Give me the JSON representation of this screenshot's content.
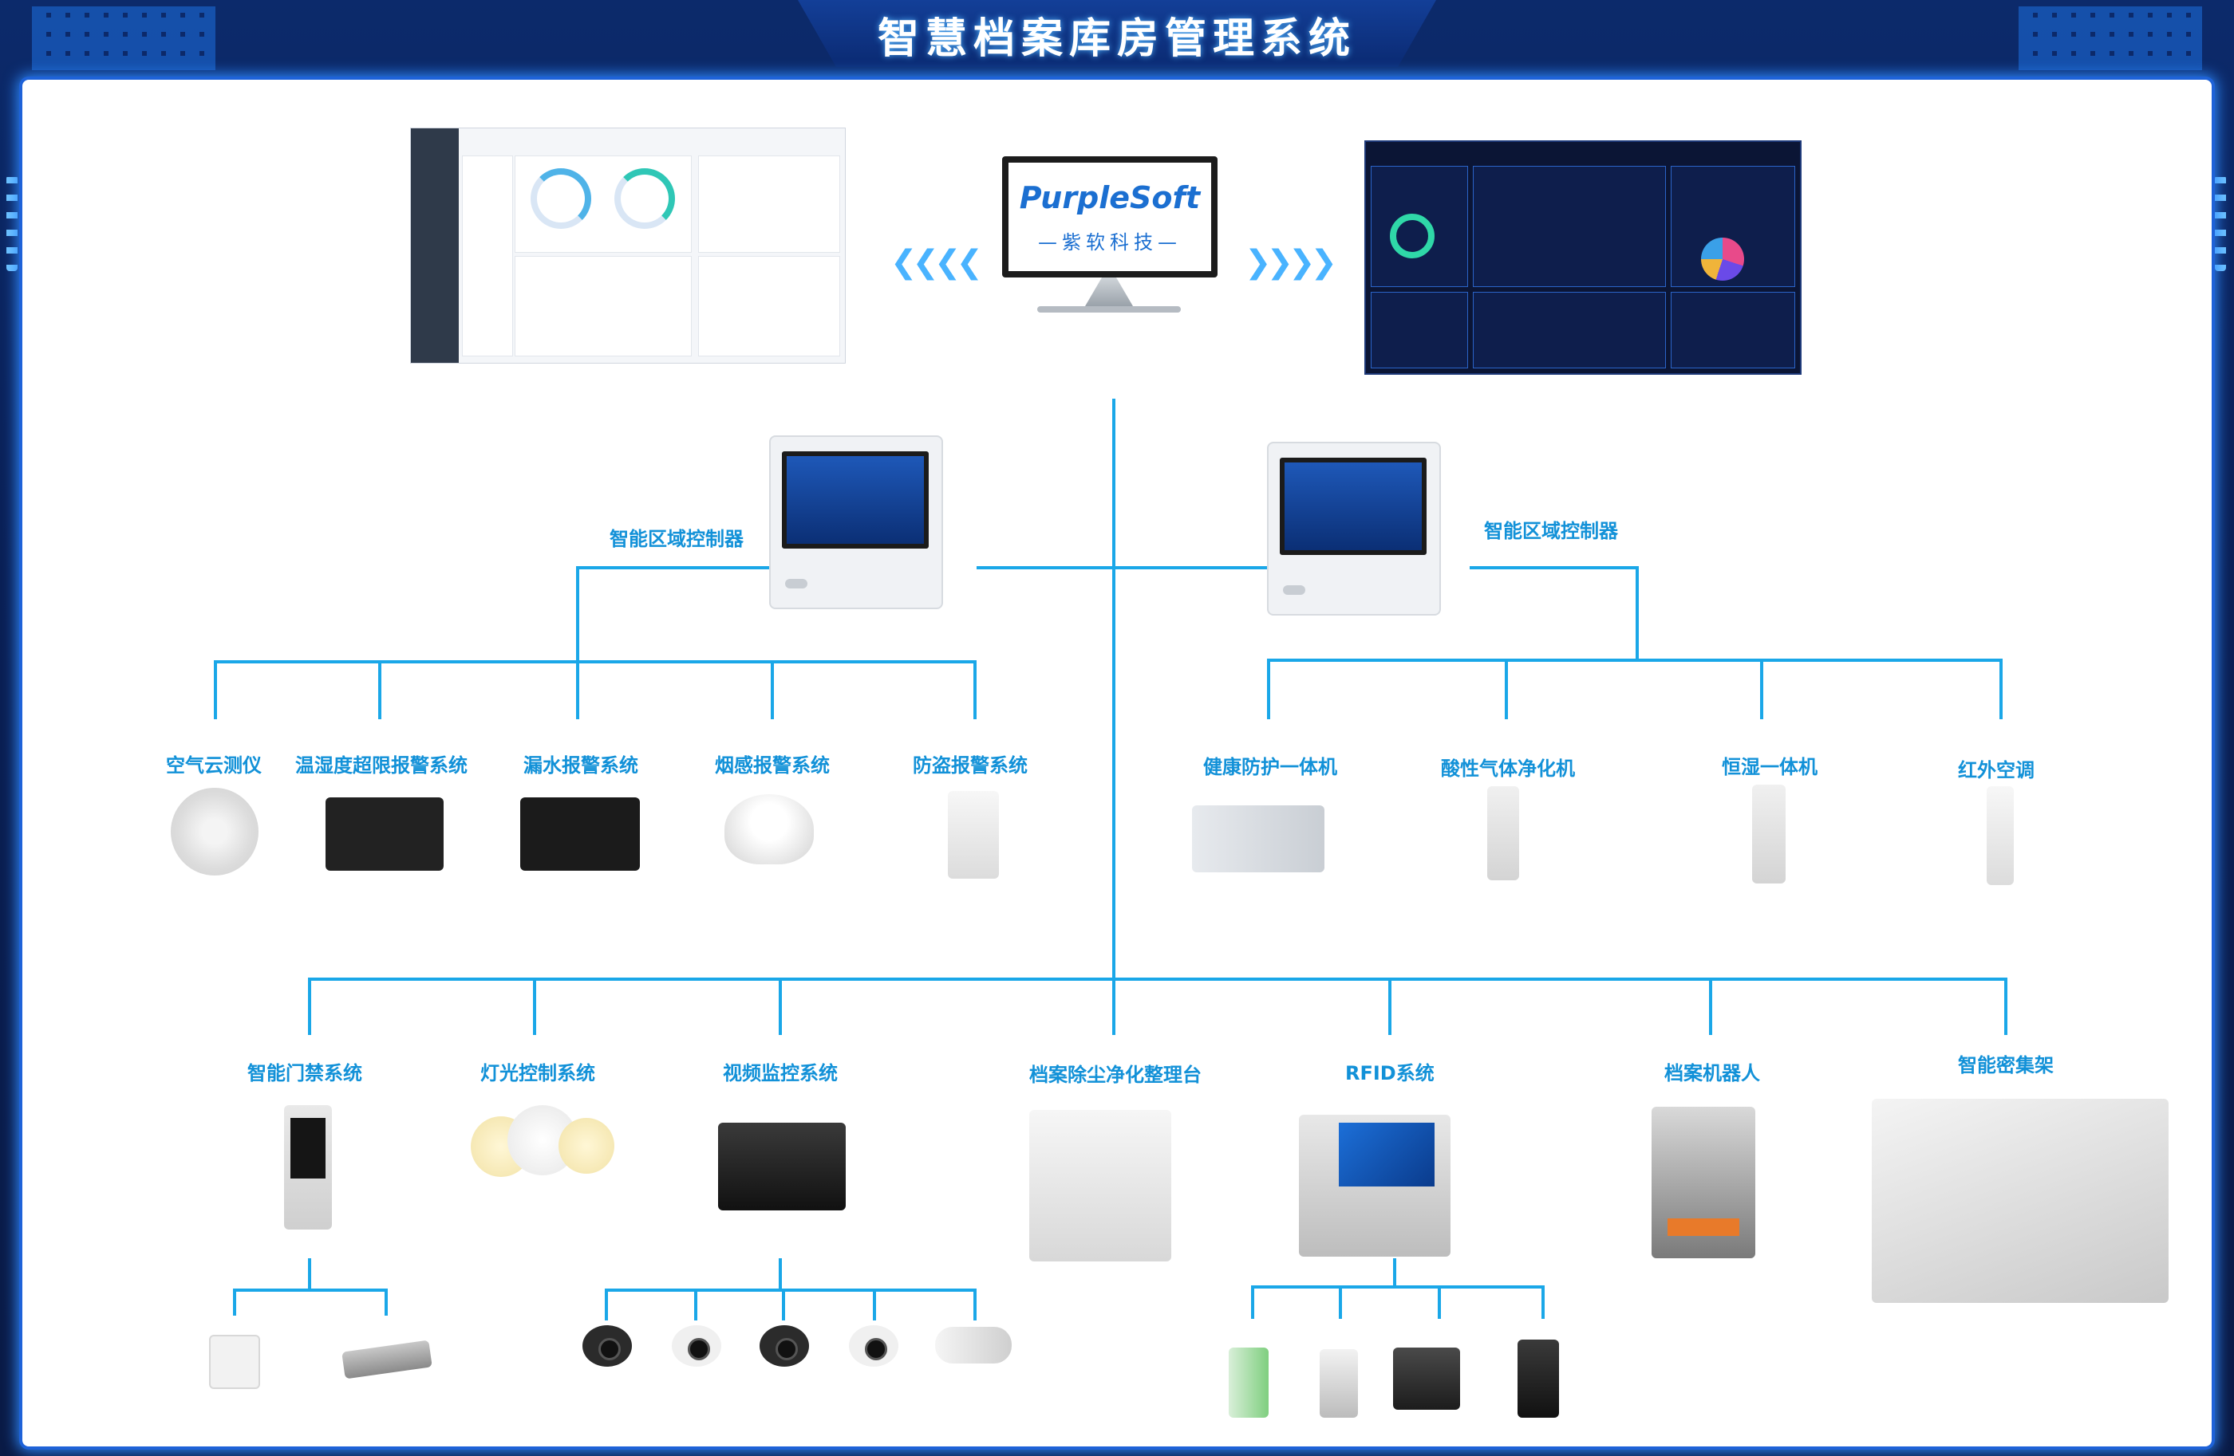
{
  "title": "智慧档案库房管理系统",
  "brand": {
    "name": "PurpleSoft",
    "sub": "—紫软科技—"
  },
  "colors": {
    "line": "#1aa7e8",
    "label": "#1291d8",
    "frame": "#0b2a72"
  },
  "controllers": [
    {
      "label": "智能区域控制器"
    },
    {
      "label": "智能区域控制器"
    }
  ],
  "left_branch": [
    {
      "label": "空气云测仪"
    },
    {
      "label": "温湿度超限报警系统"
    },
    {
      "label": "漏水报警系统"
    },
    {
      "label": "烟感报警系统"
    },
    {
      "label": "防盗报警系统"
    }
  ],
  "right_branch": [
    {
      "label": "健康防护一体机"
    },
    {
      "label": "酸性气体净化机"
    },
    {
      "label": "恒湿一体机"
    },
    {
      "label": "红外空调"
    }
  ],
  "bottom_branch": [
    {
      "label": "智能门禁系统"
    },
    {
      "label": "灯光控制系统"
    },
    {
      "label": "视频监控系统"
    },
    {
      "label": "档案除尘净化整理台"
    },
    {
      "label": "RFID系统"
    },
    {
      "label": "档案机器人"
    },
    {
      "label": "智能密集架"
    }
  ]
}
